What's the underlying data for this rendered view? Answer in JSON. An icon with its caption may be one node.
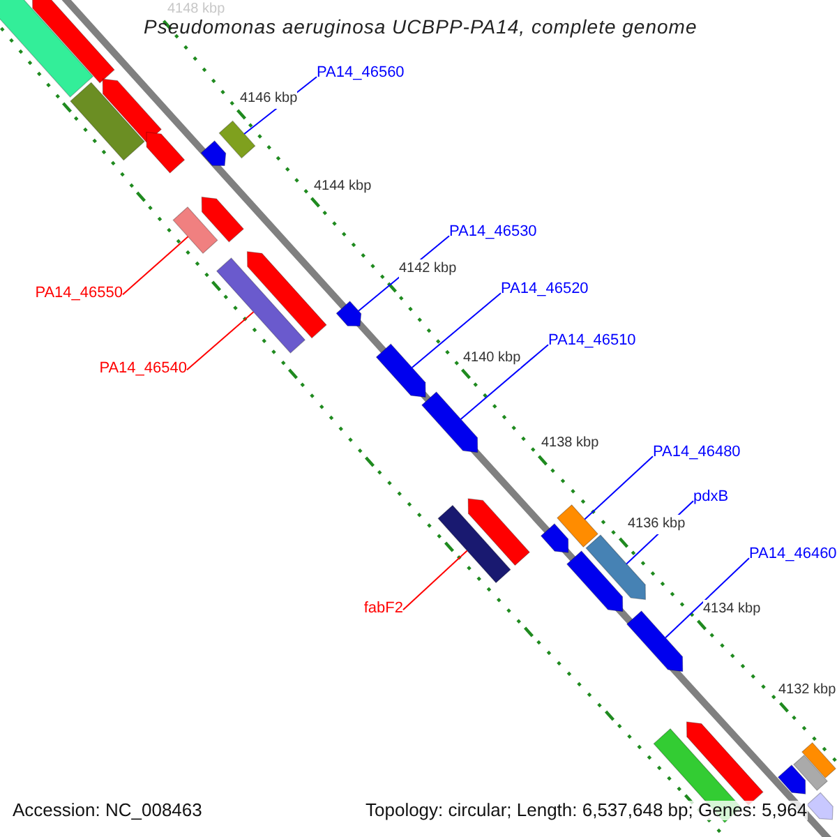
{
  "diagram": {
    "title": "Pseudomonas aeruginosa UCBPP-PA14, complete genome",
    "nodes": [
      {
        "text": [
          "PA14_46560"
        ]
      },
      {
        "text": [
          "PA14_46530"
        ]
      },
      {
        "text": [
          "PA14_46550"
        ]
      },
      {
        "text": [
          "PA14_46520"
        ]
      },
      {
        "text": [
          "PA14_46540"
        ]
      },
      {
        "text": [
          "PA14_46510"
        ]
      },
      {
        "text": [
          "PA14_46480"
        ]
      },
      {
        "text": [
          "pdxB"
        ]
      },
      {
        "text": [
          "PA14_46460"
        ]
      },
      {
        "text": [
          "fabF2"
        ]
      },
      {
        "text": [],
        "shape": "box"
      },
      {
        "text": [],
        "shape": "box"
      },
      {
        "text": [],
        "shape": "box"
      },
      {
        "text": [],
        "shape": "box"
      },
      {
        "text": [],
        "shape": "box"
      },
      {
        "text": [],
        "shape": "box"
      },
      {
        "text": [],
        "shape": "box"
      },
      {
        "text": [],
        "shape": "box"
      },
      {
        "text": [],
        "shape": "box"
      },
      {
        "text": [],
        "shape": "box"
      },
      {
        "text": [],
        "shape": "box"
      },
      {
        "text": [],
        "shape": "box"
      },
      {
        "text": [],
        "shape": "box"
      },
      {
        "text": [],
        "shape": "box"
      },
      {
        "text": [],
        "shape": "box"
      },
      {
        "text": [],
        "shape": "box"
      },
      {
        "text": [],
        "shape": "box"
      },
      {
        "text": [],
        "shape": "box"
      },
      {
        "text": [],
        "shape": "box"
      },
      {
        "text": [],
        "shape": "box"
      },
      {
        "text": [],
        "shape": "box"
      },
      {
        "text": [],
        "shape": "box"
      },
      {
        "text": [],
        "shape": "box"
      },
      {
        "text": [],
        "shape": "box"
      },
      {
        "text": [],
        "shape": "box"
      },
      {
        "text": [],
        "shape": "box"
      },
      {
        "text": [],
        "shape": "box"
      }
    ],
    "edges": [
      {
        "from": 0,
        "to": 14,
        "arrow": "none"
      },
      {
        "from": 1,
        "to": 21,
        "arrow": "none"
      },
      {
        "from": 2,
        "to": 18,
        "arrow": "none",
        "color": "#ff0000"
      },
      {
        "from": 3,
        "to": 22,
        "arrow": "none"
      },
      {
        "from": 4,
        "to": 20,
        "arrow": "none",
        "color": "#ff0000"
      },
      {
        "from": 5,
        "to": 23,
        "arrow": "none"
      },
      {
        "from": 6,
        "to": 24,
        "arrow": "none"
      },
      {
        "from": 7,
        "to": 28,
        "arrow": "none"
      },
      {
        "from": 8,
        "to": 30,
        "arrow": "none"
      },
      {
        "from": 9,
        "to": 27,
        "arrow": "none",
        "color": "#ff0000"
      }
    ],
    "labels": [
      "4148 kbp",
      "4146 kbp",
      "4144 kbp",
      "4142 kbp",
      "4140 kbp",
      "4138 kbp",
      "4136 kbp",
      "4134 kbp",
      "4132 kbp",
      "Accession: NC_008463",
      "Topology: circular; Length: 6,537,648 bp; Genes: 5,964"
    ]
  }
}
